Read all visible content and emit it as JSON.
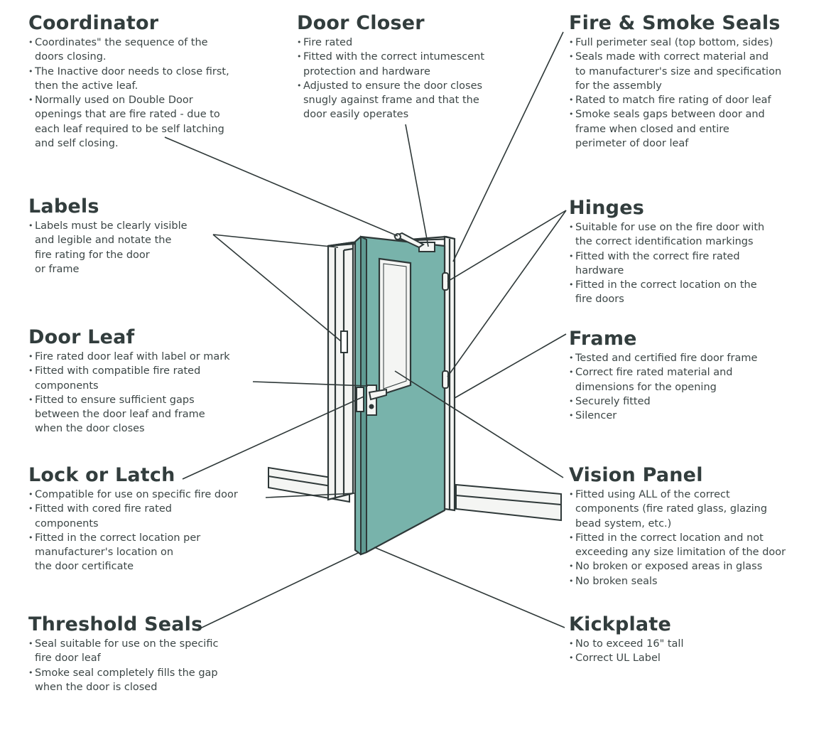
{
  "callouts": {
    "coordinator": {
      "title": "Coordinator",
      "bullets": [
        "Coordinates\" the sequence of the\ndoors closing.",
        "The Inactive door needs to close first,\nthen the active leaf.",
        "Normally used on Double Door\nopenings that are fire rated - due to\neach leaf required to be self latching\nand self closing."
      ]
    },
    "door_closer": {
      "title": "Door Closer",
      "bullets": [
        "Fire rated",
        "Fitted with the correct intumescent\nprotection and hardware",
        "Adjusted to ensure the door closes\nsnugly against frame and that the\ndoor easily operates"
      ]
    },
    "fire_smoke_seals": {
      "title": "Fire & Smoke Seals",
      "bullets": [
        "Full perimeter seal (top bottom, sides)",
        "Seals made with correct material and\nto manufacturer's size and specification\nfor the assembly",
        "Rated to match fire rating of door leaf",
        "Smoke seals gaps between door and\nframe when closed and entire\nperimeter of door leaf"
      ]
    },
    "labels": {
      "title": "Labels",
      "bullets": [
        "Labels must be clearly visible\nand legible and notate the\nfire rating for the door\nor frame"
      ]
    },
    "hinges": {
      "title": "Hinges",
      "bullets": [
        "Suitable for use on the fire door with\nthe correct identification markings",
        "Fitted with the correct fire rated\nhardware",
        "Fitted in the correct location on the\nfire doors"
      ]
    },
    "door_leaf": {
      "title": "Door Leaf",
      "bullets": [
        "Fire rated door leaf with label or mark",
        "Fitted with compatible fire rated\ncomponents",
        "Fitted to ensure sufficient gaps\nbetween the door leaf and frame\nwhen the door closes"
      ]
    },
    "frame": {
      "title": "Frame",
      "bullets": [
        "Tested and certified fire door frame",
        "Correct fire rated material and\ndimensions for the opening",
        "Securely fitted",
        "Silencer"
      ]
    },
    "lock_latch": {
      "title": "Lock or Latch",
      "bullets": [
        "Compatible for use on specific fire door",
        "Fitted with cored fire rated\ncomponents",
        "Fitted in the correct location per\nmanufacturer's location on\nthe door certificate"
      ]
    },
    "vision_panel": {
      "title": "Vision Panel",
      "bullets": [
        "Fitted using ALL of the correct\ncomponents (fire rated glass, glazing\nbead system, etc.)",
        "Fitted in the correct location and not\nexceeding any size limitation of the door",
        "No broken or exposed areas in glass",
        "No broken seals"
      ]
    },
    "threshold_seals": {
      "title": "Threshold Seals",
      "bullets": [
        "Seal suitable for use on the specific\nfire door leaf",
        "Smoke seal completely fills the gap\nwhen the door is closed"
      ]
    },
    "kickplate": {
      "title": "Kickplate",
      "bullets": [
        "No to exceed 16\" tall",
        "Correct UL Label"
      ]
    }
  },
  "colors": {
    "door_leaf": "#78b3ab",
    "outline": "#2e3838",
    "frame": "#f4f5f3",
    "text": "#323d3d"
  }
}
